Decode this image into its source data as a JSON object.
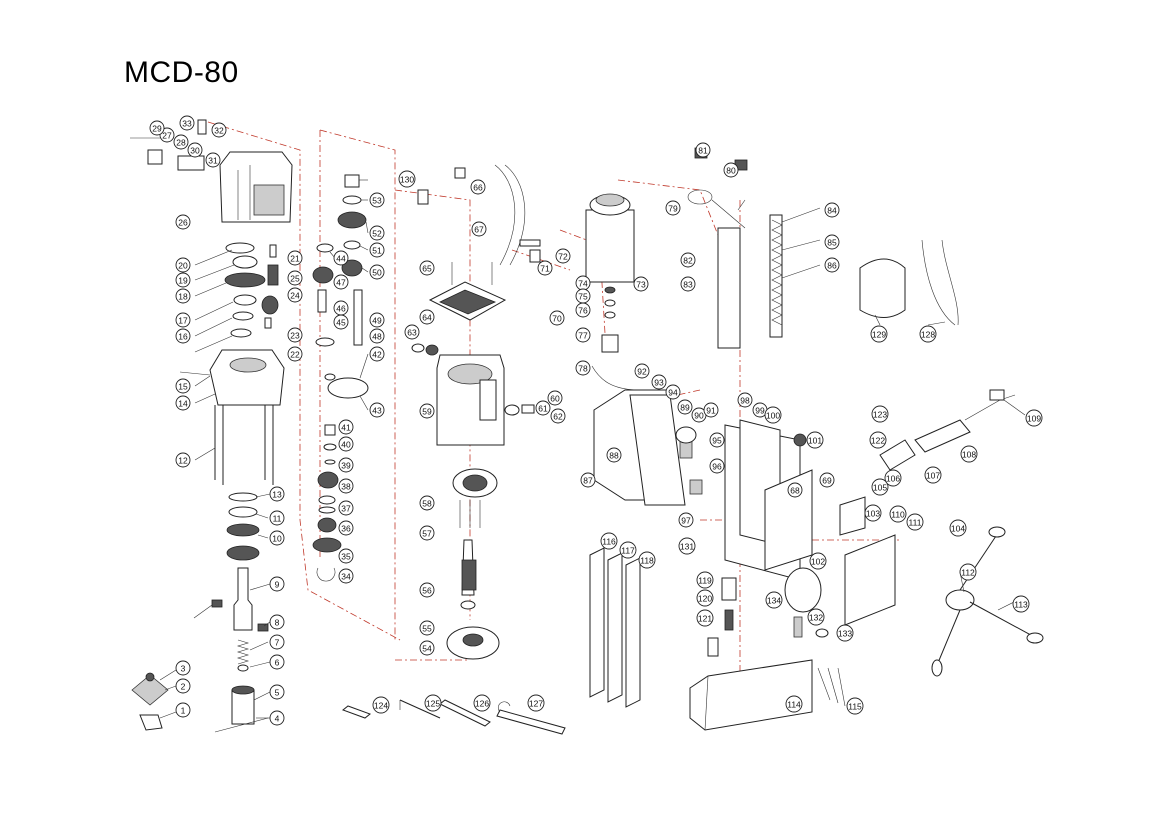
{
  "title": "MCD-80",
  "callouts": [
    "1",
    "2",
    "3",
    "4",
    "5",
    "6",
    "7",
    "8",
    "9",
    "10",
    "11",
    "12",
    "13",
    "14",
    "15",
    "16",
    "17",
    "18",
    "19",
    "20",
    "21",
    "22",
    "23",
    "24",
    "25",
    "26",
    "27",
    "28",
    "29",
    "30",
    "31",
    "32",
    "33",
    "34",
    "35",
    "36",
    "37",
    "38",
    "39",
    "40",
    "41",
    "42",
    "43",
    "44",
    "45",
    "46",
    "47",
    "48",
    "49",
    "50",
    "51",
    "52",
    "53",
    "54",
    "55",
    "56",
    "57",
    "58",
    "59",
    "60",
    "61",
    "62",
    "63",
    "64",
    "65",
    "66",
    "67",
    "68",
    "69",
    "70",
    "71",
    "72",
    "73",
    "74",
    "75",
    "76",
    "77",
    "78",
    "79",
    "80",
    "81",
    "82",
    "83",
    "84",
    "85",
    "86",
    "87",
    "88",
    "89",
    "90",
    "91",
    "92",
    "93",
    "94",
    "95",
    "96",
    "97",
    "98",
    "99",
    "100",
    "101",
    "102",
    "103",
    "104",
    "105",
    "106",
    "107",
    "108",
    "109",
    "110",
    "111",
    "112",
    "113",
    "114",
    "115",
    "116",
    "117",
    "118",
    "119",
    "120",
    "121",
    "122",
    "123",
    "124",
    "125",
    "126",
    "127",
    "128",
    "129",
    "130",
    "131",
    "132",
    "133",
    "134"
  ]
}
